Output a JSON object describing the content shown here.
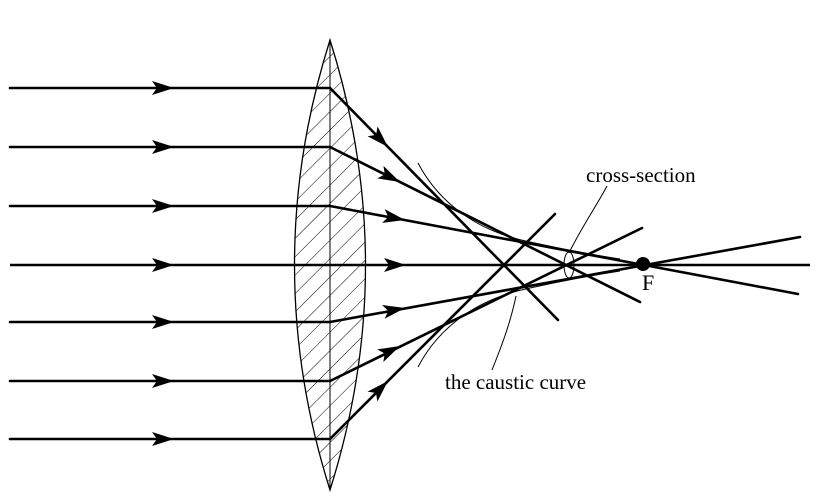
{
  "labels": {
    "cross_section": "cross-section",
    "caustic_curve": "the caustic curve",
    "focus": "F"
  },
  "colors": {
    "ink": "#000000",
    "lens_fill": "#ffffff",
    "hatch": "#000000"
  },
  "figure": {
    "incoming_ray_count": 7,
    "lens": "biconvex lens, hatched cross-section",
    "focal_point": "F"
  }
}
